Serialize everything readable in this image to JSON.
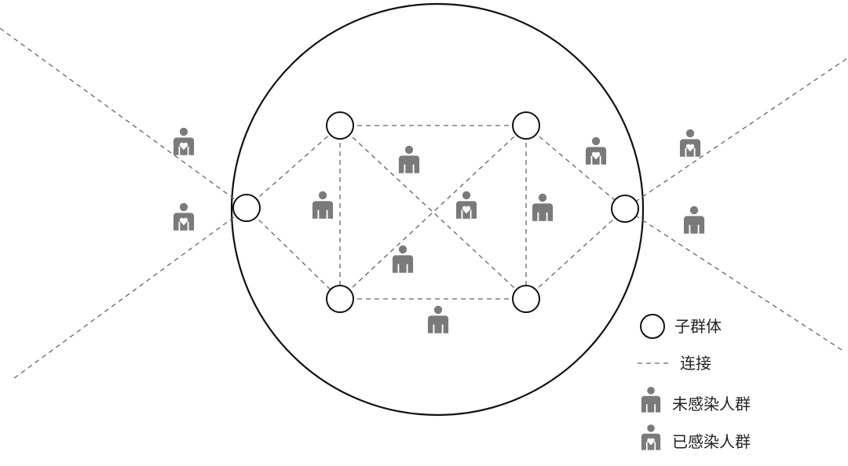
{
  "legend": {
    "subgroup": "子群体",
    "connection": "连接",
    "uninfected": "未感染人群",
    "infected": "已感染人群"
  },
  "colors": {
    "stroke": "#111111",
    "dashed": "#666666",
    "person": "#7a7a7a"
  },
  "icons": {
    "subgroup": "open-circle-icon",
    "connection": "dashed-line-icon",
    "uninfected": "person-icon",
    "infected": "person-heart-icon"
  }
}
